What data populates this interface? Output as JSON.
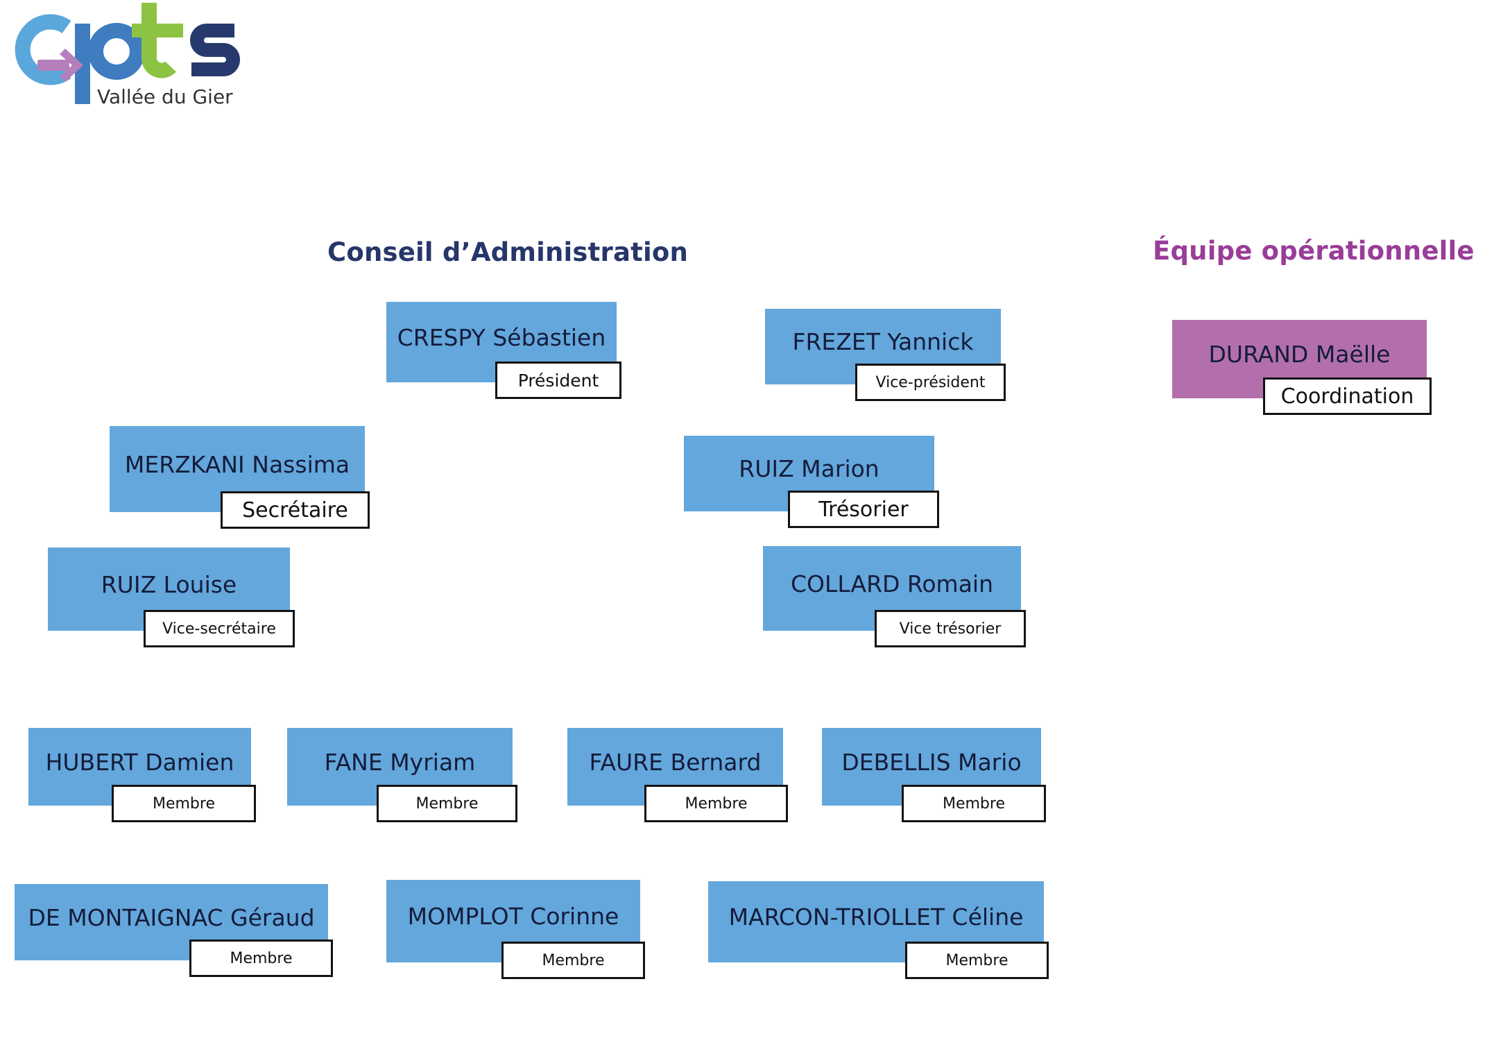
{
  "logo": {
    "wordmark": "cpts",
    "subtitle": "Vallée du Gier",
    "colors": {
      "c": "#5aa7dc",
      "p": "#3f7cc0",
      "t": "#8dc342",
      "s": "#283a6d",
      "arrow": "#b57fbb"
    }
  },
  "headings": {
    "board": "Conseil d’Administration",
    "team": "Équipe opérationnelle"
  },
  "colors": {
    "board_card": "#64a7dc",
    "team_card": "#b36fab",
    "board_heading": "#27366a",
    "team_heading": "#993d98"
  },
  "board": [
    {
      "name": "CRESPY Sébastien",
      "role": "Président"
    },
    {
      "name": "FREZET Yannick",
      "role": "Vice-président"
    },
    {
      "name": "MERZKANI Nassima",
      "role": "Secrétaire"
    },
    {
      "name": "RUIZ Marion",
      "role": "Trésorier"
    },
    {
      "name": "RUIZ Louise",
      "role": "Vice-secrétaire"
    },
    {
      "name": "COLLARD Romain",
      "role": "Vice trésorier"
    },
    {
      "name": "HUBERT Damien",
      "role": "Membre"
    },
    {
      "name": "FANE Myriam",
      "role": "Membre"
    },
    {
      "name": "FAURE Bernard",
      "role": "Membre"
    },
    {
      "name": "DEBELLIS Mario",
      "role": "Membre"
    },
    {
      "name": "DE MONTAIGNAC Géraud",
      "role": "Membre"
    },
    {
      "name": "MOMPLOT Corinne",
      "role": "Membre"
    },
    {
      "name": "MARCON-TRIOLLET Céline",
      "role": "Membre"
    }
  ],
  "team": [
    {
      "name": "DURAND Maëlle",
      "role": "Coordination"
    }
  ]
}
